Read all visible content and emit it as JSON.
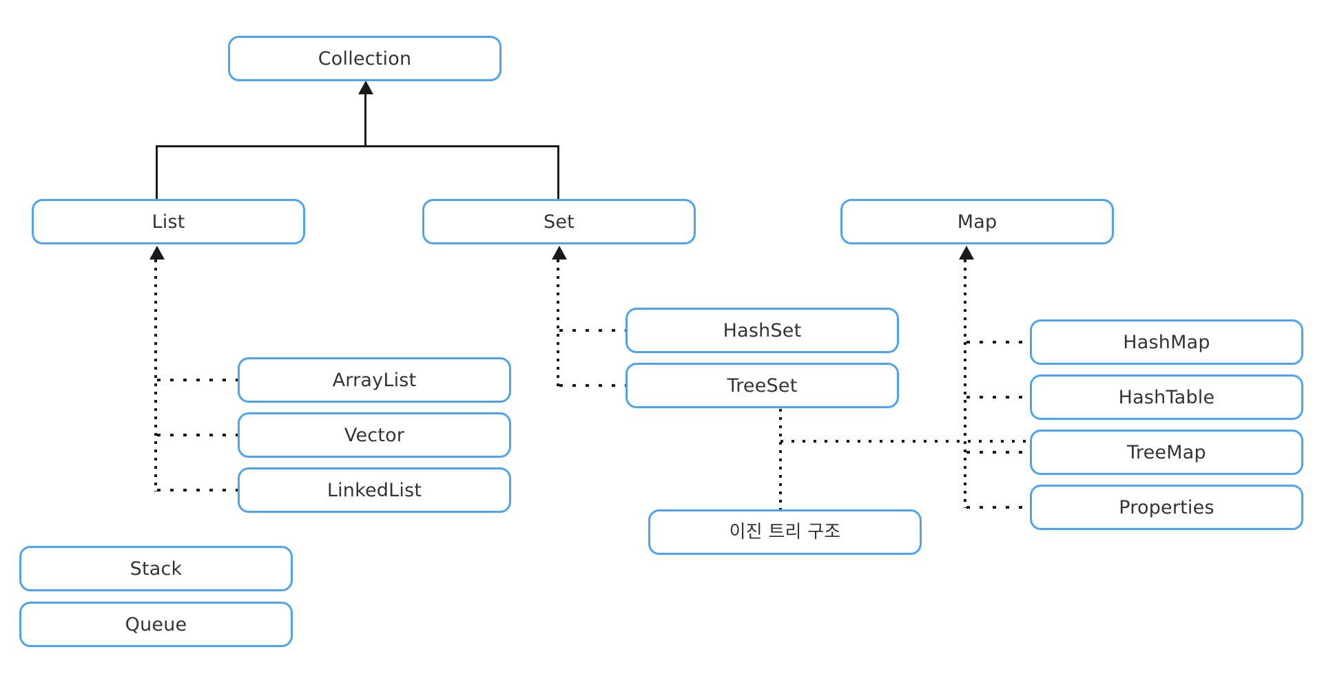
{
  "diagram": {
    "title": "Java Collection Framework hierarchy",
    "accent_color": "#4da3f0",
    "line_color": "#1a1a1a",
    "text_color": "#333333",
    "background_color": "#ffffff"
  },
  "nodes": {
    "collection": "Collection",
    "list": "List",
    "set": "Set",
    "map": "Map",
    "array_list": "ArrayList",
    "vector": "Vector",
    "linked_list": "LinkedList",
    "stack": "Stack",
    "queue": "Queue",
    "hash_set": "HashSet",
    "tree_set": "TreeSet",
    "binary_tree": "이진 트리 구조",
    "hash_map": "HashMap",
    "hash_table": "HashTable",
    "tree_map": "TreeMap",
    "properties": "Properties"
  },
  "relations": [
    {
      "from": "List",
      "to": "Collection",
      "style": "solid"
    },
    {
      "from": "Set",
      "to": "Collection",
      "style": "solid"
    },
    {
      "from": "ArrayList",
      "to": "List",
      "style": "dotted"
    },
    {
      "from": "Vector",
      "to": "List",
      "style": "dotted"
    },
    {
      "from": "LinkedList",
      "to": "List",
      "style": "dotted"
    },
    {
      "from": "HashSet",
      "to": "Set",
      "style": "dotted"
    },
    {
      "from": "TreeSet",
      "to": "Set",
      "style": "dotted"
    },
    {
      "from": "TreeSet",
      "to": "이진 트리 구조",
      "style": "dotted"
    },
    {
      "from": "TreeSet",
      "to": "TreeMap",
      "style": "dotted"
    },
    {
      "from": "HashMap",
      "to": "Map",
      "style": "dotted"
    },
    {
      "from": "HashTable",
      "to": "Map",
      "style": "dotted"
    },
    {
      "from": "TreeMap",
      "to": "Map",
      "style": "dotted"
    },
    {
      "from": "Properties",
      "to": "Map",
      "style": "dotted"
    }
  ],
  "unlinked_nodes": [
    "Stack",
    "Queue"
  ]
}
